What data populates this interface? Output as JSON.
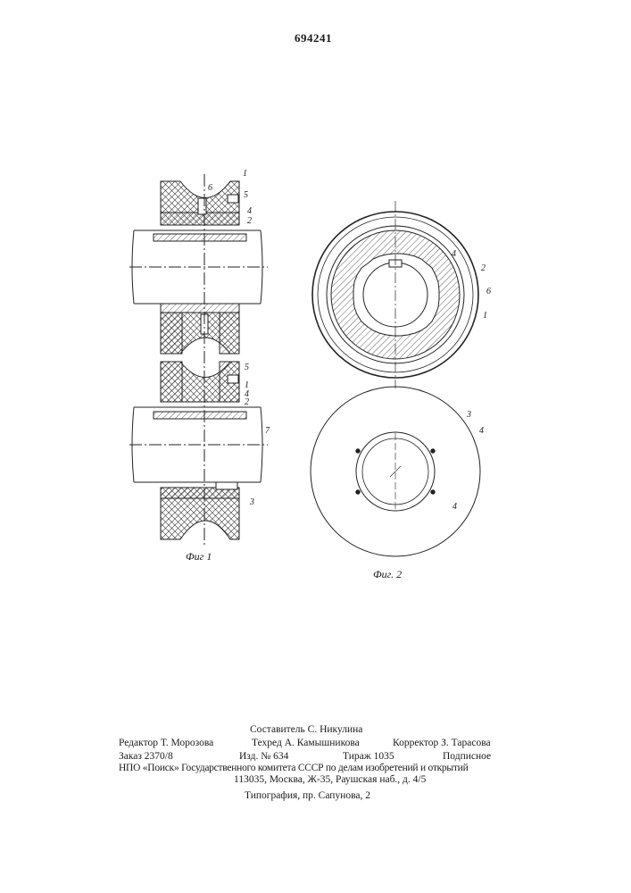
{
  "header": {
    "patent_number": "694241"
  },
  "figures": {
    "fig1": {
      "caption": "Фиг 1",
      "labels": {
        "l1_top": "1",
        "l6_top": "6",
        "l5_top": "5",
        "l4_top": "4",
        "l2_top": "2",
        "l5_mid": "5",
        "l1_mid": "1",
        "l4_mid": "4",
        "l2_mid": "2",
        "l7": "7",
        "l3": "3"
      }
    },
    "fig2": {
      "caption": "Фиг. 2",
      "labels": {
        "l4_a": "4",
        "l2": "2",
        "l6": "6",
        "l1": "1",
        "l3": "3",
        "l4_b": "4",
        "l4_c": "4"
      }
    }
  },
  "footer": {
    "compiler": "Составитель С. Никулина",
    "editor": "Редактор Т. Морозова",
    "techred": "Техред А. Камышникова",
    "corrector": "Корректор З. Тарасова",
    "order": "Заказ 2370/8",
    "edition": "Изд. № 634",
    "print_run": "Тираж 1035",
    "subscription": "Подписное",
    "org": "НПО «Поиск» Государственного комитета СССР по делам изобретений и открытий",
    "address": "113035, Москва, Ж-35, Раушская наб., д. 4/5",
    "typography": "Типография, пр. Сапунова, 2"
  }
}
